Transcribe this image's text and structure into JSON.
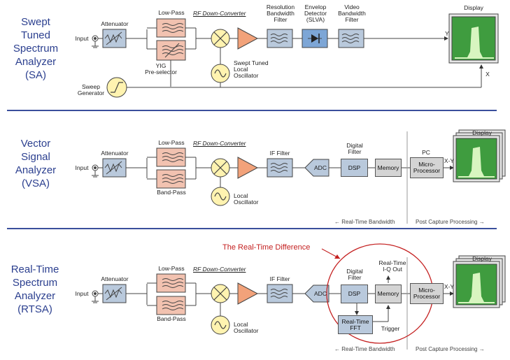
{
  "sections": {
    "sa": {
      "title_lines": [
        "Swept",
        "Tuned",
        "Spectrum",
        "Analyzer",
        "(SA)"
      ]
    },
    "vsa": {
      "title_lines": [
        "Vector",
        "Signal",
        "Analyzer",
        "(VSA)"
      ]
    },
    "rtsa": {
      "title_lines": [
        "Real-Time",
        "Spectrum",
        "Analyzer",
        "(RTSA)"
      ]
    }
  },
  "labels": {
    "input": "Input",
    "attenuator": "Attenuator",
    "low_pass": "Low-Pass",
    "band_pass": "Band-Pass",
    "rf_down_converter": "RF Down-Converter",
    "yig_line1": "YIG",
    "yig_line2": "Pre-selector",
    "swept_lo_line1": "Swept Tuned",
    "swept_lo_line2": "Local",
    "swept_lo_line3": "Oscillator",
    "local": "Local",
    "oscillator": "Oscillator",
    "rbw_line1": "Resolution",
    "rbw_line2": "Bandwidth",
    "rbw_line3": "Filter",
    "env_line1": "Envelop",
    "env_line2": "Detector",
    "env_line3": "(SLVA)",
    "vbw_line1": "Video",
    "vbw_line2": "Bandwidth",
    "vbw_line3": "Filter",
    "display": "Display",
    "sweep_line1": "Sweep",
    "sweep_line2": "Generator",
    "y": "Y",
    "x": "X",
    "xy": "X-Y",
    "if_filter": "IF Filter",
    "adc": "ADC",
    "dsp": "DSP",
    "memory": "Memory",
    "micro_line1": "Micro-",
    "micro_line2": "Processor",
    "digital_line1": "Digital",
    "digital_line2": "Filter",
    "pc": "PC",
    "rt_bandwidth": "← Real-Time Bandwidth",
    "post_capture": "Post Capture Processing →",
    "rt_difference": "The Real-Time Difference",
    "rt_iq_line1": "Real-Time",
    "rt_iq_line2": "I-Q Out",
    "rt_fft_line1": "Real-Time",
    "rt_fft_line2": "FFT",
    "trigger": "Trigger"
  },
  "colors": {
    "title_blue": "#2b3f8f",
    "block_blue": "#b9c9dc",
    "filter_pink": "#f2c2b0",
    "amp_orange": "#f2a27a",
    "detector_blue": "#7da6d6",
    "osc_yellow": "#fff3b0",
    "screen_green": "#3f9c3f",
    "red": "#c42020"
  }
}
